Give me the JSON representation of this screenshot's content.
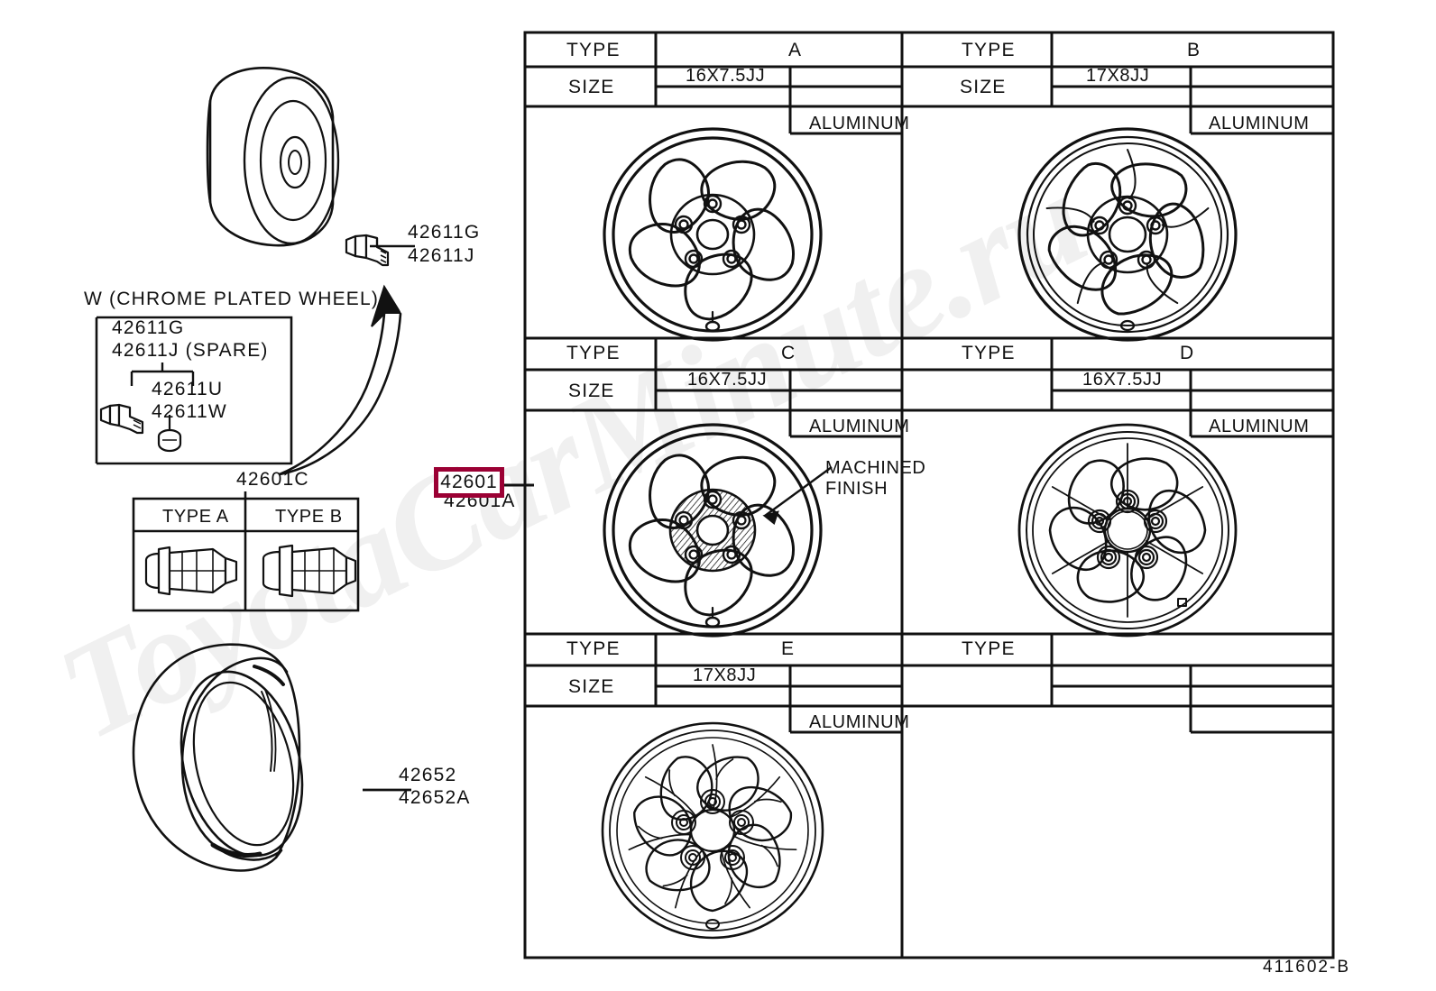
{
  "diagram": {
    "reference_number": "411602-B",
    "watermark": "ToyotaCarMinute.ru"
  },
  "left_panel": {
    "spare_wheel_labels": [
      "42611G",
      "42611J"
    ],
    "chrome_group": {
      "title": "W (CHROME PLATED WHEEL)",
      "items": [
        "42611G",
        "42611J (SPARE)"
      ],
      "sub_items": [
        "42611U",
        "42611W"
      ]
    },
    "nut_table": {
      "part_number": "42601C",
      "columns": [
        "TYPE A",
        "TYPE B"
      ]
    },
    "highlighted_callout": {
      "label": "42601",
      "alt_label": "42601A",
      "accent_color": "#9b0034"
    },
    "tire_labels": [
      "42652",
      "42652A"
    ]
  },
  "wheel_table": {
    "header_type": "TYPE",
    "header_size": "SIZE",
    "material": "ALUMINUM",
    "annotation": "MACHINED FINISH",
    "cells": [
      {
        "type_label": "TYPE",
        "type_value": "A",
        "size_label": "SIZE",
        "size_value": "16X7.5JJ",
        "material": "ALUMINUM",
        "spokes": 5,
        "style": "teardrop"
      },
      {
        "type_label": "TYPE",
        "type_value": "B",
        "size_label": "SIZE",
        "size_value": "17X8JJ",
        "material": "ALUMINUM",
        "spokes": 5,
        "style": "swirl"
      },
      {
        "type_label": "TYPE",
        "type_value": "C",
        "size_label": "SIZE",
        "size_value": "16X7.5JJ",
        "material": "ALUMINUM",
        "spokes": 5,
        "style": "machined"
      },
      {
        "type_label": "TYPE",
        "type_value": "D",
        "size_label": "",
        "size_value": "16X7.5JJ",
        "material": "ALUMINUM",
        "spokes": 6,
        "style": "six-spoke"
      },
      {
        "type_label": "TYPE",
        "type_value": "E",
        "size_label": "SIZE",
        "size_value": "17X8JJ",
        "material": "ALUMINUM",
        "spokes": 7,
        "style": "seven-spoke"
      },
      {
        "type_label": "TYPE",
        "type_value": "",
        "size_label": "",
        "size_value": "",
        "material": "",
        "spokes": 0,
        "style": "empty"
      }
    ]
  }
}
